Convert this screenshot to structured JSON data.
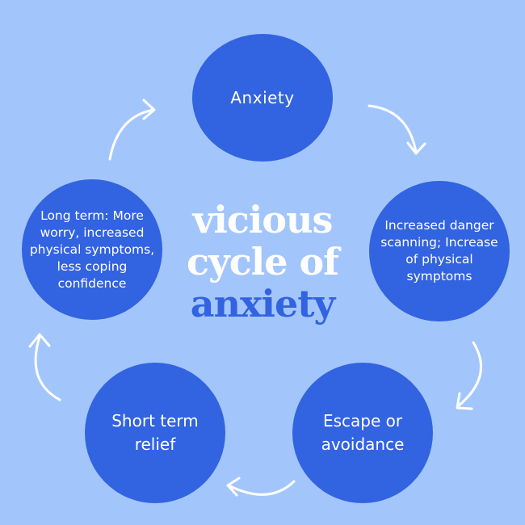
{
  "title": {
    "line1": "vicious",
    "line2": "cycle of",
    "line3": "anxiety"
  },
  "nodes": {
    "anxiety": "Anxiety",
    "danger_scanning": "Increased danger scanning; Increase of physical symptoms",
    "escape": "Escape or avoidance",
    "relief": "Short term relief",
    "long_term": "Long term: More worry, increased physical symptoms, less coping confidence"
  },
  "colors": {
    "background": "#a2c6fb",
    "node_fill": "#3263e0",
    "text_light": "#ffffff",
    "accent_text": "#3263e0",
    "arrow": "#ffffff"
  }
}
